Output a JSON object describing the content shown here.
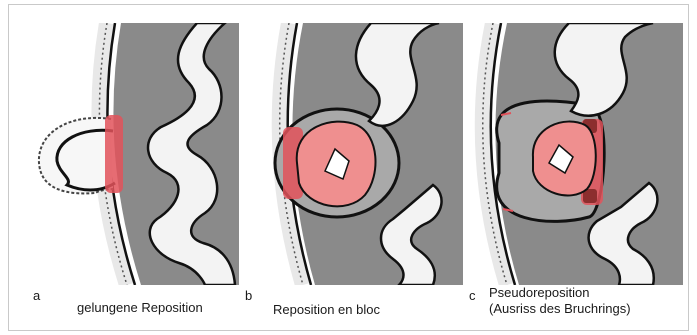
{
  "figure": {
    "panels": [
      {
        "letter": "a",
        "caption": "gelungene Reposition"
      },
      {
        "letter": "b",
        "caption": "Reposition en bloc"
      },
      {
        "letter": "c",
        "caption_line1": "Pseudoreposition",
        "caption_line2": "(Ausriss des Bruchrings)"
      }
    ]
  },
  "colors": {
    "cavity": "#8a8a8a",
    "wall_outer": "#f2f2f2",
    "wall_stripe": "#555555",
    "ring": "#e2525a",
    "bowel_fill": "#f3f3f3",
    "incarcerated_bowel": "#ef8f8f",
    "outline": "#111111"
  }
}
